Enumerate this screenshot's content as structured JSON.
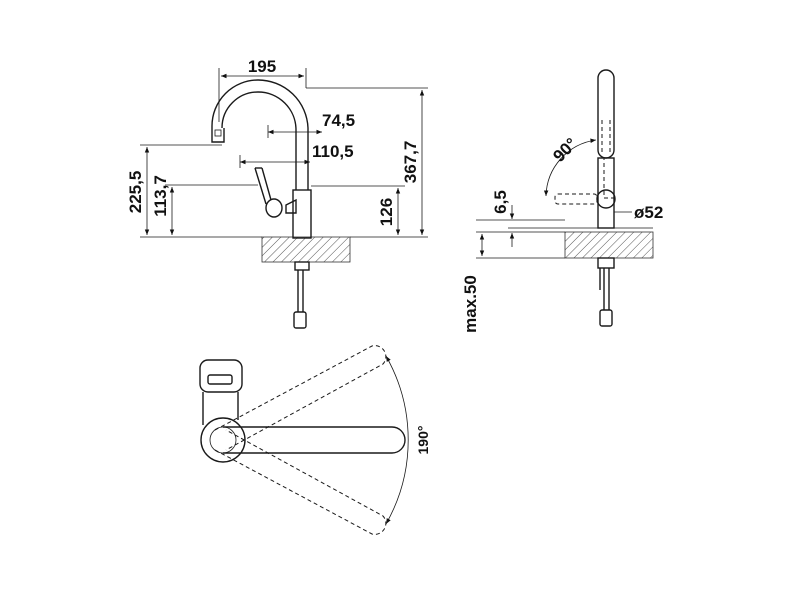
{
  "dimensions": {
    "width_195": "195",
    "offset_74_5": "74,5",
    "offset_110_5": "110,5",
    "height_367_7": "367,7",
    "height_225_5": "225,5",
    "height_113_7": "113,7",
    "height_126": "126",
    "angle_90": "90°",
    "thickness_6_5": "6,5",
    "diameter_52": "ø52",
    "max_50": "max.50",
    "swivel_190": "190°"
  }
}
